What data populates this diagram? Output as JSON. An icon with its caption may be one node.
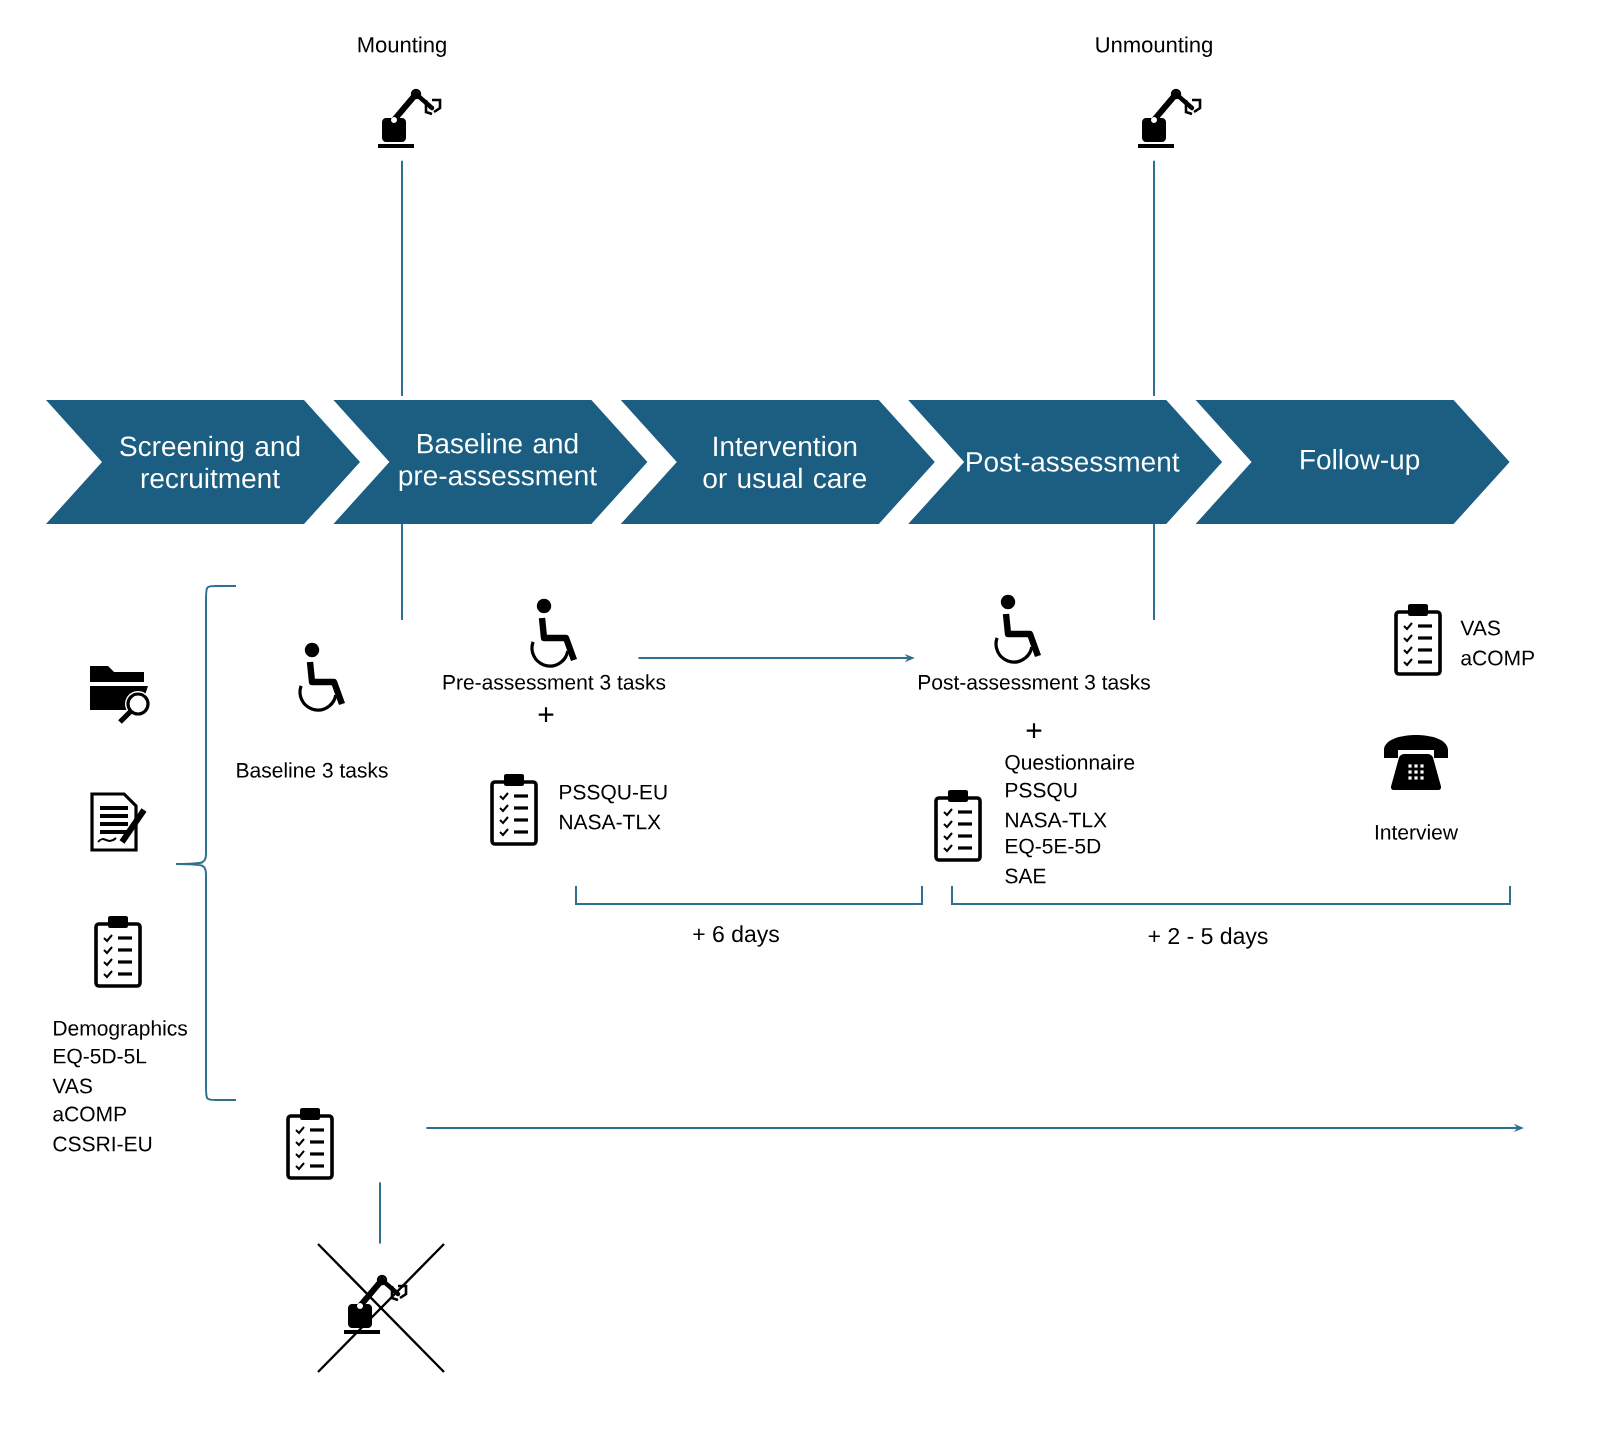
{
  "diagram": {
    "nodes": [
      {
        "text": [
          "Screening and recruitment"
        ]
      },
      {
        "text": [
          "Baseline and pre-assessment"
        ]
      },
      {
        "text": [
          "Intervention or usual care"
        ]
      },
      {
        "text": [
          "Post-assessment"
        ]
      },
      {
        "text": [
          "Follow-up"
        ]
      },
      {
        "text": [
          "Mounting"
        ]
      },
      {
        "text": [
          "Unmounting"
        ]
      },
      {
        "text": [
          "Pre-assessment 3 tasks"
        ]
      },
      {
        "text": [
          "Post-assessment 3 tasks"
        ]
      },
      {
        "text": [],
        "shape": "clipboard"
      },
      {
        "text": [],
        "shape": "robot"
      }
    ],
    "edges": [
      {
        "from": 5,
        "to": null,
        "arrow": "none"
      },
      {
        "from": 6,
        "to": null,
        "arrow": "none"
      },
      {
        "from": 7,
        "to": 8,
        "arrow": "to"
      },
      {
        "from": 9,
        "to": null,
        "arrow": "to"
      },
      {
        "from": 9,
        "to": 10,
        "arrow": "none"
      }
    ],
    "labels": [
      "Baseline 3 tasks",
      "+",
      "PSSQU-EU",
      "NASA-TLX",
      "+",
      "Questionnaire",
      "PSSQU",
      "NASA-TLX",
      "EQ-5E-5D",
      "SAE",
      "VAS",
      "aCOMP",
      "Interview",
      "+ 6 days",
      "+ 2 - 5 days",
      "Demographics",
      "EQ-5D-5L",
      "VAS",
      "aCOMP",
      "CSSRI-EU"
    ]
  }
}
